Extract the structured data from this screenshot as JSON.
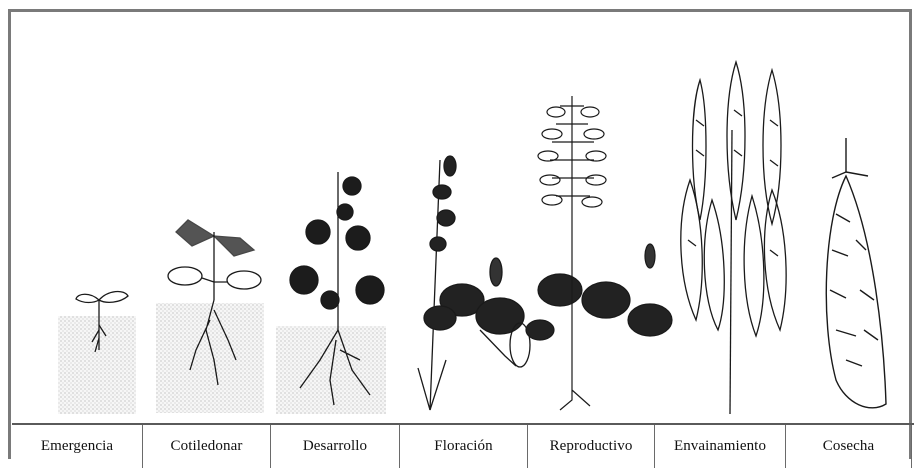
{
  "stages": [
    {
      "label": "Emergencia"
    },
    {
      "label": "Cotiledonar"
    },
    {
      "label": "Desarrollo"
    },
    {
      "label": "Floración"
    },
    {
      "label": "Reproductivo"
    },
    {
      "label": "Envainamiento"
    },
    {
      "label": "Cosecha"
    }
  ],
  "colors": {
    "frame": "#7a7a7a",
    "ink": "#1a1a1a",
    "soil": "#ececec"
  }
}
